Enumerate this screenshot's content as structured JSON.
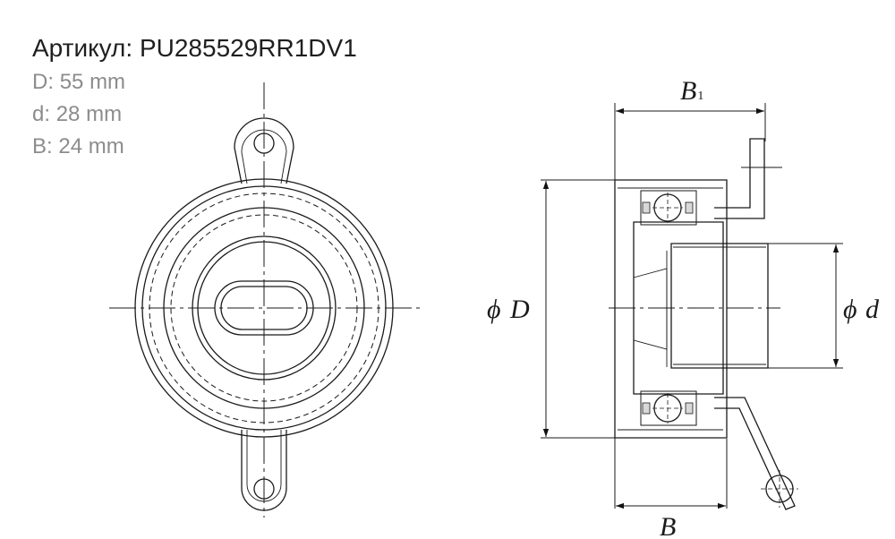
{
  "article": {
    "label": "Артикул:",
    "value": "PU285529RR1DV1"
  },
  "dimensions": [
    {
      "key": "D",
      "value": "55",
      "unit": "mm"
    },
    {
      "key": "d",
      "value": "28",
      "unit": "mm"
    },
    {
      "key": "B",
      "value": "24",
      "unit": "mm"
    }
  ],
  "drawing_labels": {
    "b1_main": "B",
    "b1_sub": "1",
    "b": "B",
    "phi_outer": "ϕ",
    "outer_diameter": "D",
    "phi_inner": "ϕ",
    "inner_diameter": "d"
  }
}
